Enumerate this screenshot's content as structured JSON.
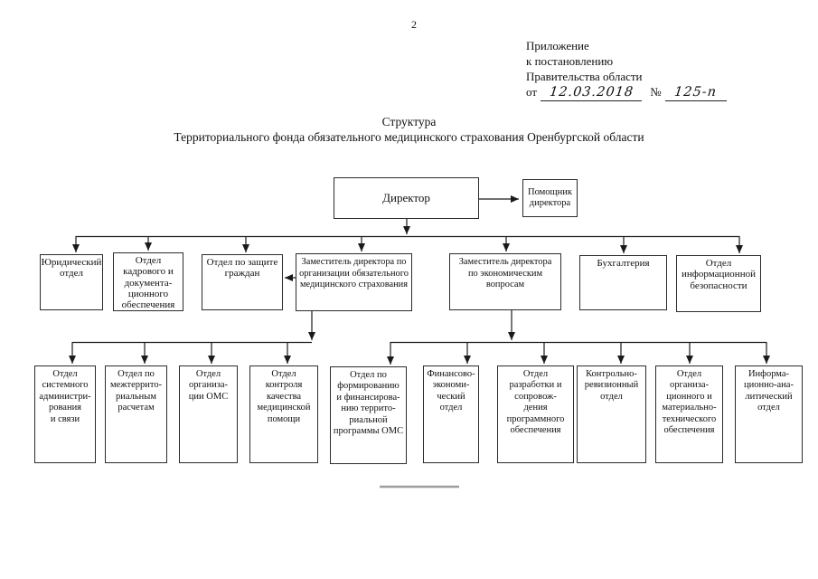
{
  "page_number": "2",
  "annotation": {
    "line1": "Приложение",
    "line2": "к постановлению",
    "line3": "Правительства области",
    "date_label": "от",
    "date_value": "12.03.2018",
    "number_label": "№",
    "number_value": "125-п"
  },
  "title": {
    "line1": "Структура",
    "line2": "Территориального фонда обязательного медицинского страхования Оренбургской области"
  },
  "org": {
    "director": "Директор",
    "assistant": "Помощник\nдиректора",
    "level2": [
      "Юридический\nотдел",
      "Отдел\nкадрового и\nдокумента-\nционного\nобеспечения",
      "Отдел по защите\nграждан",
      "Заместитель директора по\nорганизации обязательного\nмедицинского страхования",
      "Заместитель директора\nпо экономическим\nвопросам",
      "Бухгалтерия",
      "Отдел\nинформационной\nбезопасности"
    ],
    "level3": [
      "Отдел\nсистемного\nадминистри-\nрования\nи связи",
      "Отдел по\nмежтеррито-\nриальным\nрасчетам",
      "Отдел\nорганиза-\nции ОМС",
      "Отдел\nконтроля\nкачества\nмедицинской\nпомощи",
      "Отдел по\nформированию\nи финансирова-\nнию террито-\nриальной\nпрограммы ОМС",
      "Финансово-\nэкономи-\nческий\nотдел",
      "Отдел\nразработки и\nсопровож-\nдения\nпрограммного\nобеспечения",
      "Контрольно-\nревизионный\nотдел",
      "Отдел\nорганиза-\nционного и\nматериально-\nтехнического\nобеспечения",
      "Информа-\nционно-ана-\nлитический\nотдел"
    ]
  },
  "colors": {
    "connector_line": "#1a1a1a",
    "box_border": "#2b2b2b",
    "footnote_separator": "#9e9e9e",
    "background": "#ffffff"
  }
}
